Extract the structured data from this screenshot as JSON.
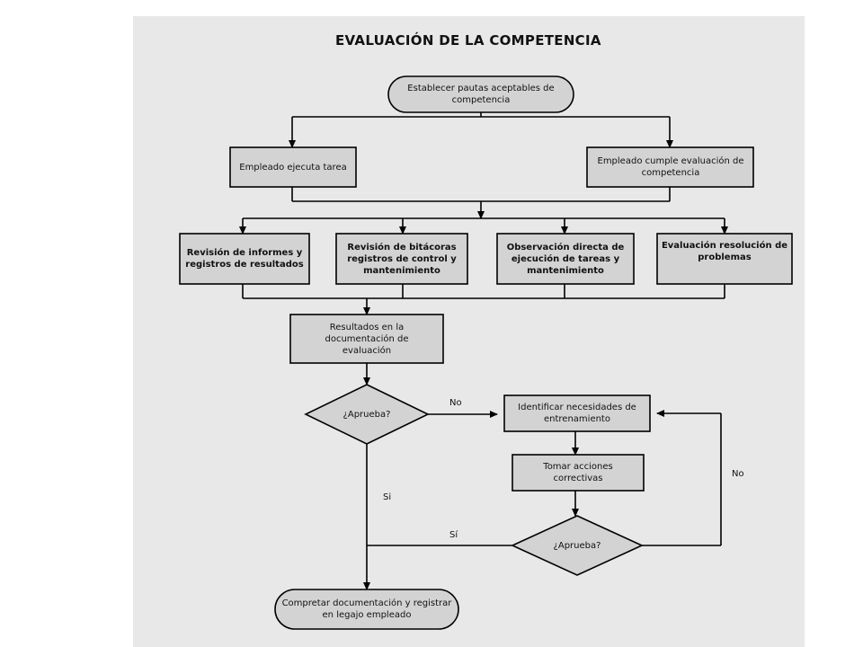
{
  "title": "EVALUACIÓN DE LA COMPETENCIA",
  "nodes": {
    "start": "Establecer pautas aceptables de competencia",
    "executes_task": "Empleado ejecuta tarea",
    "completes_eval": "Empleado cumple evaluación de competencia",
    "review_reports": "Revisión de informes y registros de resultados",
    "review_logs": "Revisión de bitácoras registros de control y mantenimiento",
    "direct_observation": "Observación directa de ejecución de tareas y mantenimiento",
    "problem_solving": "Evaluación resolución de problemas",
    "results_doc": "Resultados en la documentación de evaluación",
    "decision1": "¿Aprueba?",
    "identify_needs": "Identificar necesidades de entrenamiento",
    "corrective_actions": "Tomar acciones correctivas",
    "decision2": "¿Aprueba?",
    "end": "Compretar documentación y registrar en legajo empleado"
  },
  "edge_labels": {
    "d1_no": "No",
    "d1_yes": "Si",
    "d2_yes": "Sí",
    "d2_no": "No"
  }
}
